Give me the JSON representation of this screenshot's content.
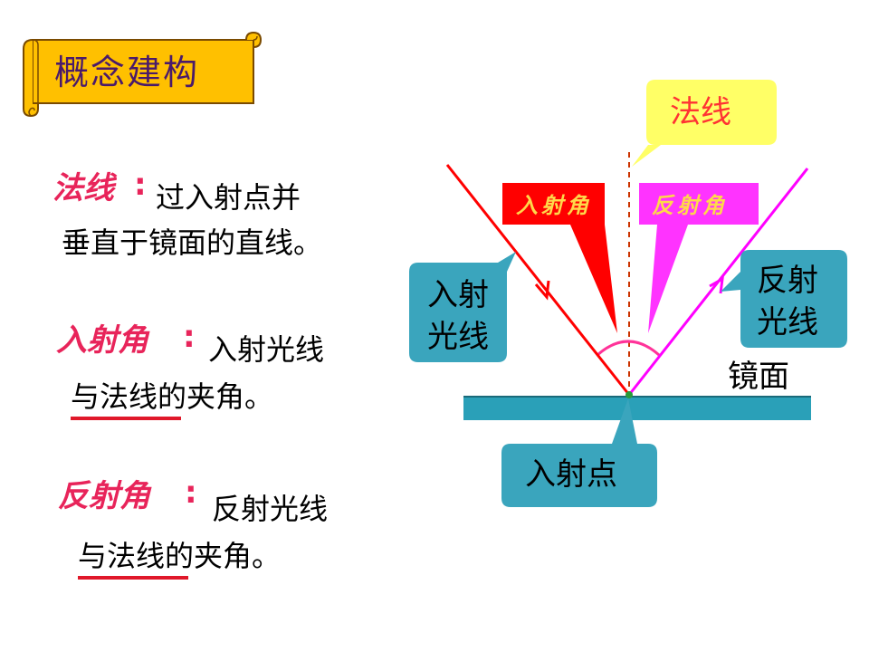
{
  "title": "概念建构",
  "definitions": [
    {
      "term": "法线",
      "colon": ":",
      "line1": "过入射点并",
      "line2": "垂直于镜面的直线。"
    },
    {
      "term": "入射角",
      "colon": ":",
      "line1": "入射光线",
      "line2": "与法线的夹角。"
    },
    {
      "term": "反射角",
      "colon": ":",
      "line1": "反射光线",
      "line2": "与法线的夹角。"
    }
  ],
  "diagram": {
    "normal_callout": "法线",
    "incident_angle_label": "入射角",
    "reflection_angle_label": "反射角",
    "incident_ray_line1": "入射",
    "incident_ray_line2": "光线",
    "reflected_ray_line1": "反射",
    "reflected_ray_line2": "光线",
    "mirror_label": "镜面",
    "incidence_point_label": "入射点"
  },
  "colors": {
    "banner_fill": "#ffc000",
    "term_color": "#e8245a",
    "incident_ray": "#ff0000",
    "reflected_ray": "#ff00ff",
    "normal_line": "#cc3300",
    "mirror": "#2aa0b8",
    "callout_teal": "#3aa5bd",
    "callout_yellow": "#ffff66",
    "angle_arc": "#ff3399"
  }
}
